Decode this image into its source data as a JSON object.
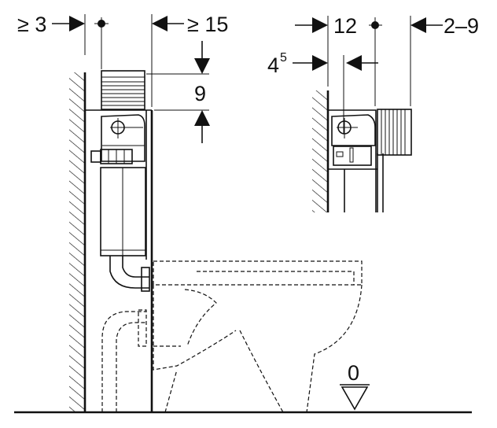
{
  "title": "Installation dimensions diagram",
  "left_view": {
    "dim_wall_gap": "≥ 3",
    "dim_front_gap": "≥ 15",
    "dim_height": "9"
  },
  "right_view": {
    "dim_depth": "12",
    "dim_offset_base": "4",
    "dim_offset_sup": "5",
    "dim_range": "2–9"
  },
  "floor_level": "0"
}
